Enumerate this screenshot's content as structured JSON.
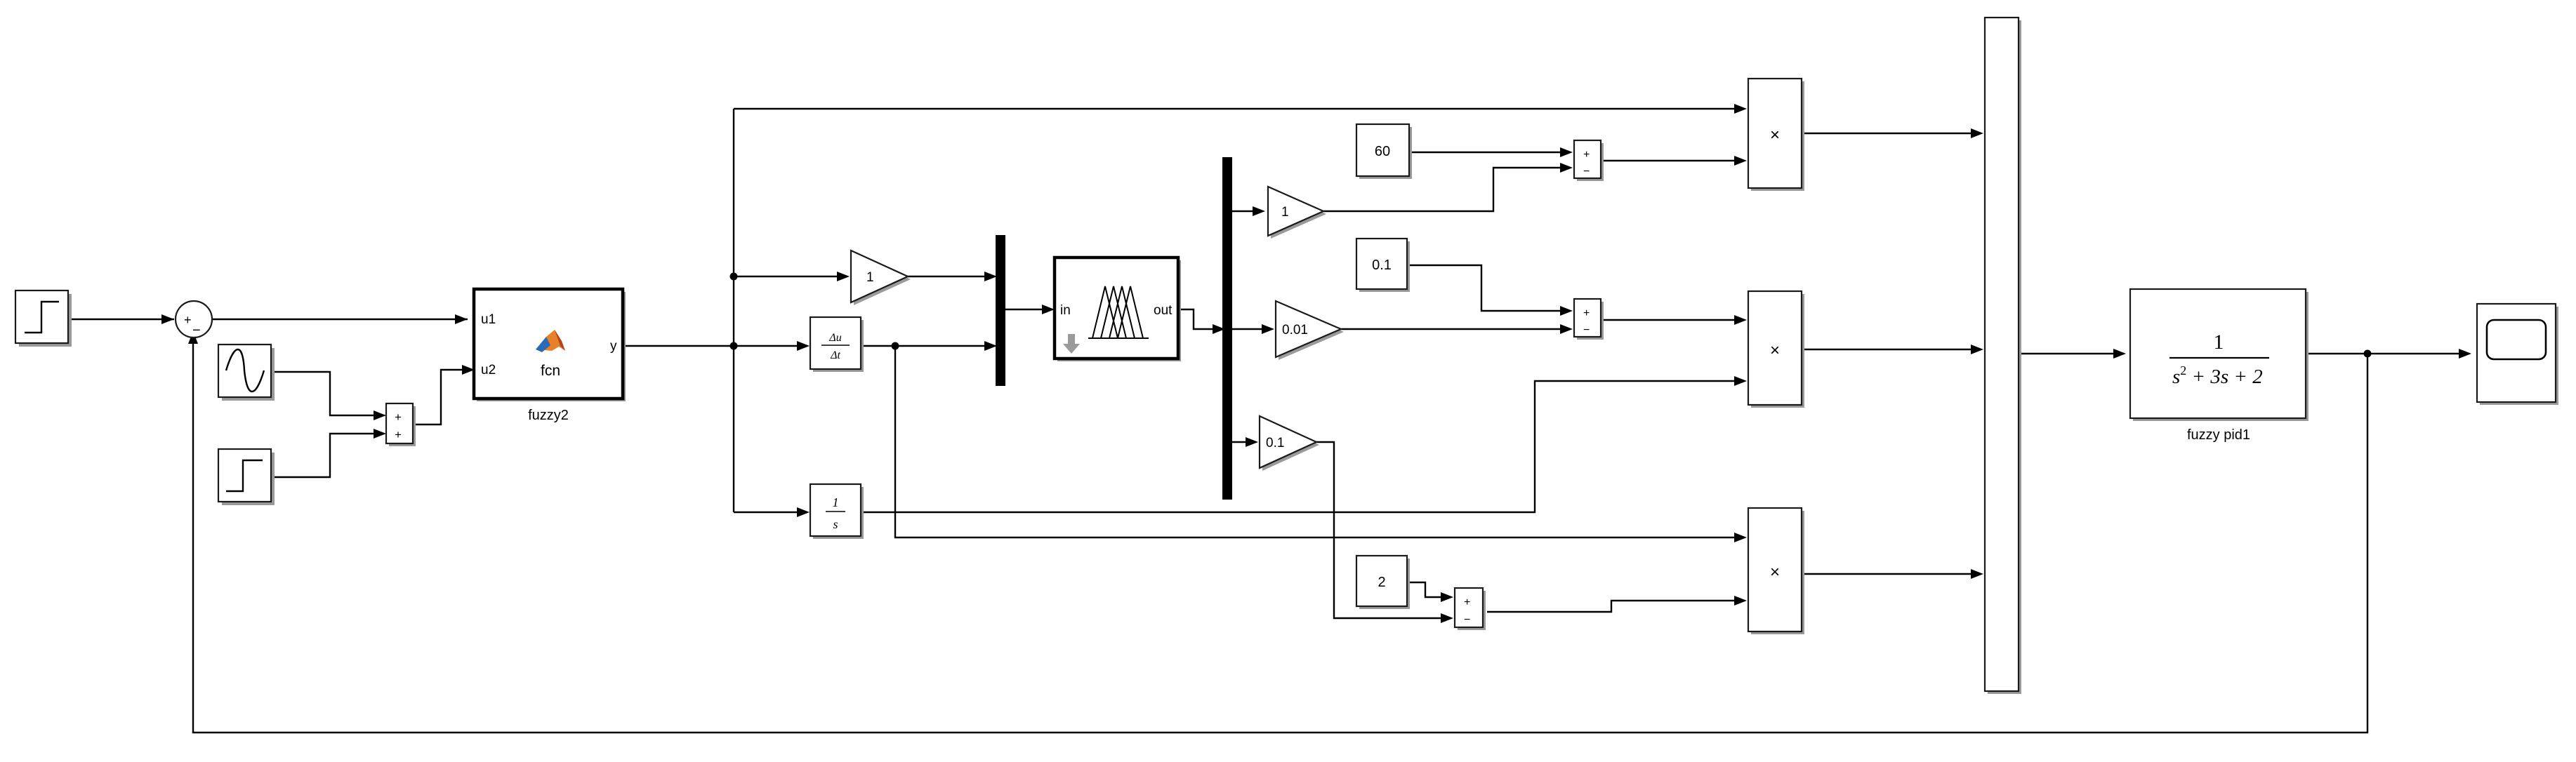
{
  "diagram": {
    "blocks": {
      "fcn": {
        "label": "fuzzy2",
        "function": "fcn",
        "in1": "u1",
        "in2": "u2",
        "out": "y"
      },
      "fuzzy": {
        "in": "in",
        "out": "out"
      },
      "gain_kp": {
        "value": "1"
      },
      "gain_ki": {
        "value": "0.01"
      },
      "gain_kd": {
        "value": "0.1"
      },
      "const_kp": {
        "value": "60"
      },
      "const_ki": {
        "value": "0.1"
      },
      "const_kd": {
        "value": "2"
      },
      "derivative": {
        "num": "Δu",
        "den": "Δt"
      },
      "integrator": {
        "num": "1",
        "den": "s"
      },
      "product": {
        "symbol": "×"
      },
      "plant": {
        "label": "fuzzy pid1",
        "num": "1",
        "den_s2": "s",
        "den_exp": "2",
        "den_rest": " + 3s + 2"
      },
      "sum_signs": {
        "plus": "+",
        "minus": "−"
      }
    }
  }
}
